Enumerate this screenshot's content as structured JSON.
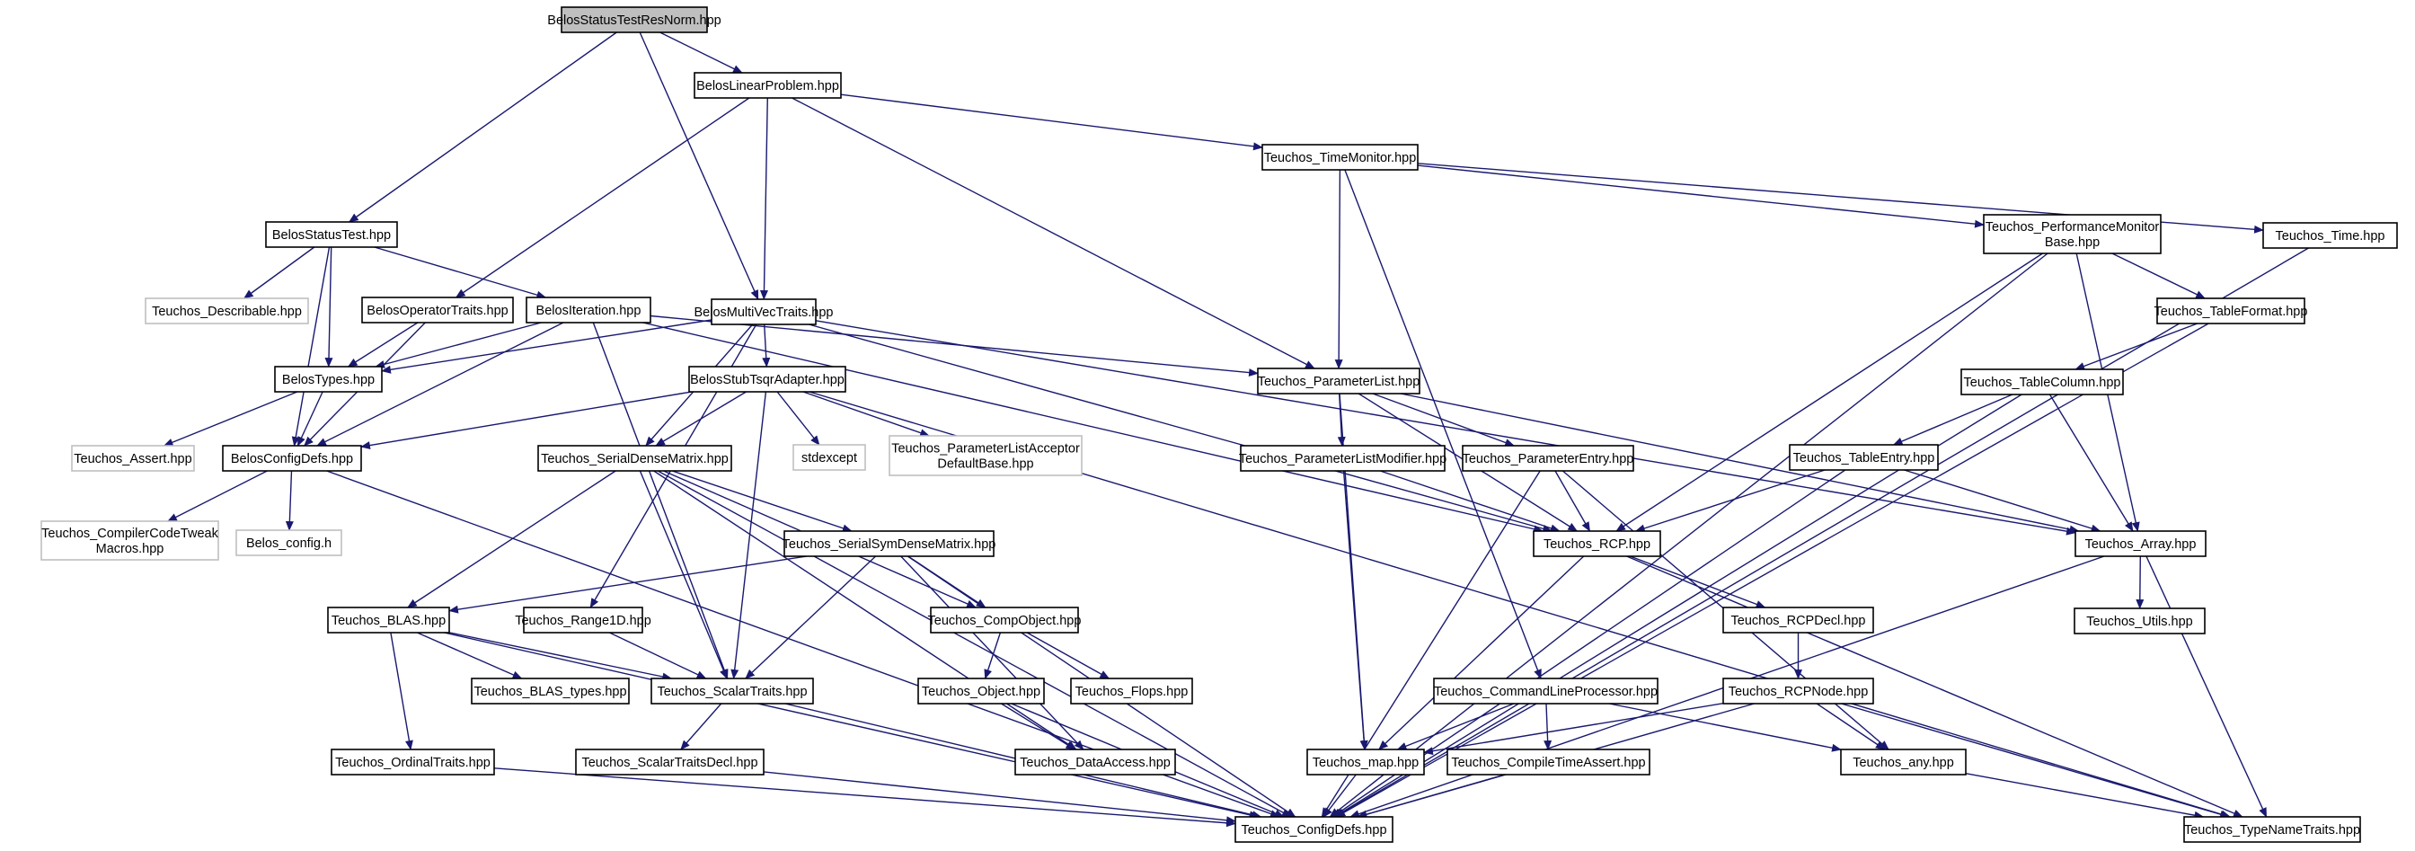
{
  "nodes": {
    "belos_status_test_res_norm": {
      "lines": [
        "BelosStatusTestResNorm.hpp"
      ]
    },
    "belos_linear_problem": {
      "lines": [
        "BelosLinearProblem.hpp"
      ]
    },
    "belos_status_test": {
      "lines": [
        "BelosStatusTest.hpp"
      ]
    },
    "belos_multivec_traits": {
      "lines": [
        "BelosMultiVecTraits.hpp"
      ]
    },
    "teuchos_time_monitor": {
      "lines": [
        "Teuchos_TimeMonitor.hpp"
      ]
    },
    "teuchos_performance_monitor_base": {
      "lines": [
        "Teuchos_PerformanceMonitor",
        "Base.hpp"
      ]
    },
    "teuchos_time": {
      "lines": [
        "Teuchos_Time.hpp"
      ]
    },
    "teuchos_describable": {
      "lines": [
        "Teuchos_Describable.hpp"
      ]
    },
    "belos_operator_traits": {
      "lines": [
        "BelosOperatorTraits.hpp"
      ]
    },
    "belos_iteration": {
      "lines": [
        "BelosIteration.hpp"
      ]
    },
    "teuchos_table_format": {
      "lines": [
        "Teuchos_TableFormat.hpp"
      ]
    },
    "belos_types": {
      "lines": [
        "BelosTypes.hpp"
      ]
    },
    "belos_stub_tsqr_adapter": {
      "lines": [
        "BelosStubTsqrAdapter.hpp"
      ]
    },
    "teuchos_parameter_list": {
      "lines": [
        "Teuchos_ParameterList.hpp"
      ]
    },
    "teuchos_table_column": {
      "lines": [
        "Teuchos_TableColumn.hpp"
      ]
    },
    "teuchos_assert": {
      "lines": [
        "Teuchos_Assert.hpp"
      ]
    },
    "belos_config_defs": {
      "lines": [
        "BelosConfigDefs.hpp"
      ]
    },
    "stdexcept": {
      "lines": [
        "stdexcept"
      ]
    },
    "teuchos_parameter_list_acceptor_default_base": {
      "lines": [
        "Teuchos_ParameterListAcceptor",
        "DefaultBase.hpp"
      ]
    },
    "teuchos_serial_dense_matrix": {
      "lines": [
        "Teuchos_SerialDenseMatrix.hpp"
      ]
    },
    "teuchos_parameter_list_modifier": {
      "lines": [
        "Teuchos_ParameterListModifier.hpp"
      ]
    },
    "teuchos_parameter_entry": {
      "lines": [
        "Teuchos_ParameterEntry.hpp"
      ]
    },
    "teuchos_table_entry": {
      "lines": [
        "Teuchos_TableEntry.hpp"
      ]
    },
    "teuchos_compiler_code_tweak_macros": {
      "lines": [
        "Teuchos_CompilerCodeTweak",
        "Macros.hpp"
      ]
    },
    "belos_config_h": {
      "lines": [
        "Belos_config.h"
      ]
    },
    "teuchos_serial_sym_dense_matrix": {
      "lines": [
        "Teuchos_SerialSymDenseMatrix.hpp"
      ]
    },
    "teuchos_rcp": {
      "lines": [
        "Teuchos_RCP.hpp"
      ]
    },
    "teuchos_array": {
      "lines": [
        "Teuchos_Array.hpp"
      ]
    },
    "teuchos_blas": {
      "lines": [
        "Teuchos_BLAS.hpp"
      ]
    },
    "teuchos_range1d": {
      "lines": [
        "Teuchos_Range1D.hpp"
      ]
    },
    "teuchos_comp_object": {
      "lines": [
        "Teuchos_CompObject.hpp"
      ]
    },
    "teuchos_rcp_decl": {
      "lines": [
        "Teuchos_RCPDecl.hpp"
      ]
    },
    "teuchos_utils": {
      "lines": [
        "Teuchos_Utils.hpp"
      ]
    },
    "teuchos_blas_types": {
      "lines": [
        "Teuchos_BLAS_types.hpp"
      ]
    },
    "teuchos_scalar_traits": {
      "lines": [
        "Teuchos_ScalarTraits.hpp"
      ]
    },
    "teuchos_object": {
      "lines": [
        "Teuchos_Object.hpp"
      ]
    },
    "teuchos_flops": {
      "lines": [
        "Teuchos_Flops.hpp"
      ]
    },
    "teuchos_command_line_processor": {
      "lines": [
        "Teuchos_CommandLineProcessor.hpp"
      ]
    },
    "teuchos_rcp_node": {
      "lines": [
        "Teuchos_RCPNode.hpp"
      ]
    },
    "teuchos_ordinal_traits": {
      "lines": [
        "Teuchos_OrdinalTraits.hpp"
      ]
    },
    "teuchos_scalar_traits_decl": {
      "lines": [
        "Teuchos_ScalarTraitsDecl.hpp"
      ]
    },
    "teuchos_data_access": {
      "lines": [
        "Teuchos_DataAccess.hpp"
      ]
    },
    "teuchos_map": {
      "lines": [
        "Teuchos_map.hpp"
      ]
    },
    "teuchos_compile_time_assert": {
      "lines": [
        "Teuchos_CompileTimeAssert.hpp"
      ]
    },
    "teuchos_any": {
      "lines": [
        "Teuchos_any.hpp"
      ]
    },
    "teuchos_config_defs": {
      "lines": [
        "Teuchos_ConfigDefs.hpp"
      ]
    },
    "teuchos_type_name_traits": {
      "lines": [
        "Teuchos_TypeNameTraits.hpp"
      ]
    }
  }
}
